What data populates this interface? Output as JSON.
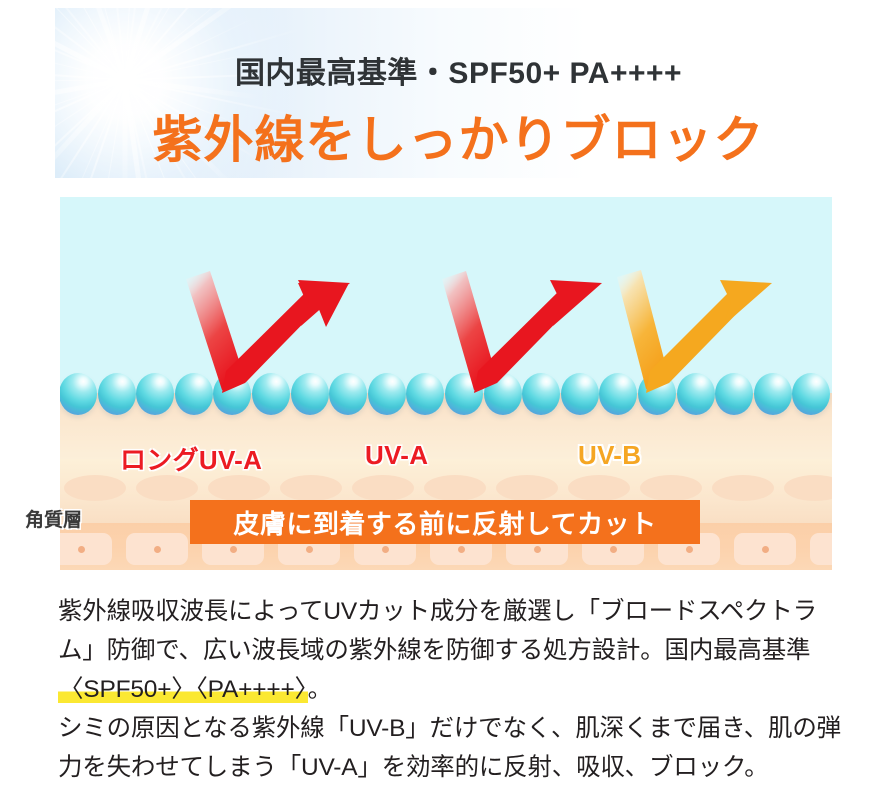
{
  "header": {
    "subtitle": "国内最高基準・SPF50+ PA++++",
    "title": "紫外線をしっかりブロック",
    "title_color": "#f4711c",
    "subtitle_color": "#2f3336"
  },
  "diagram": {
    "background_color": "#d6f7fa",
    "labels": [
      {
        "text": "ロングUV-A",
        "color": "#ec1b23"
      },
      {
        "text": "UV-A",
        "color": "#ec1b23"
      },
      {
        "text": "UV-B",
        "color": "#f5a623"
      }
    ],
    "skin_layer_label": "角質層",
    "banner": {
      "text": "皮膚に到着する前に反射してカット",
      "background_color": "#f4711c",
      "text_color": "#ffffff"
    },
    "sphere_count": 20,
    "sphere_color": "#5fd9e2",
    "arrow_colors": {
      "uva": "#e8161f",
      "uvb": "#f5a623"
    }
  },
  "body": {
    "paragraph1_a": "紫外線吸収波長によってUVカット成分を厳選し「ブロードスペクトラム」防御で、広い波長域の紫外線を防御する処方設計。国内最高基準 ",
    "paragraph1_highlight": "〈SPF50+〉〈PA++++〉",
    "paragraph1_b": "。",
    "paragraph2": "シミの原因となる紫外線「UV-B」だけでなく、肌深くまで届き、肌の弾力を失わせてしまう「UV-A」を効率的に反射、吸収、ブロック。",
    "highlight_color": "#fbe832"
  }
}
